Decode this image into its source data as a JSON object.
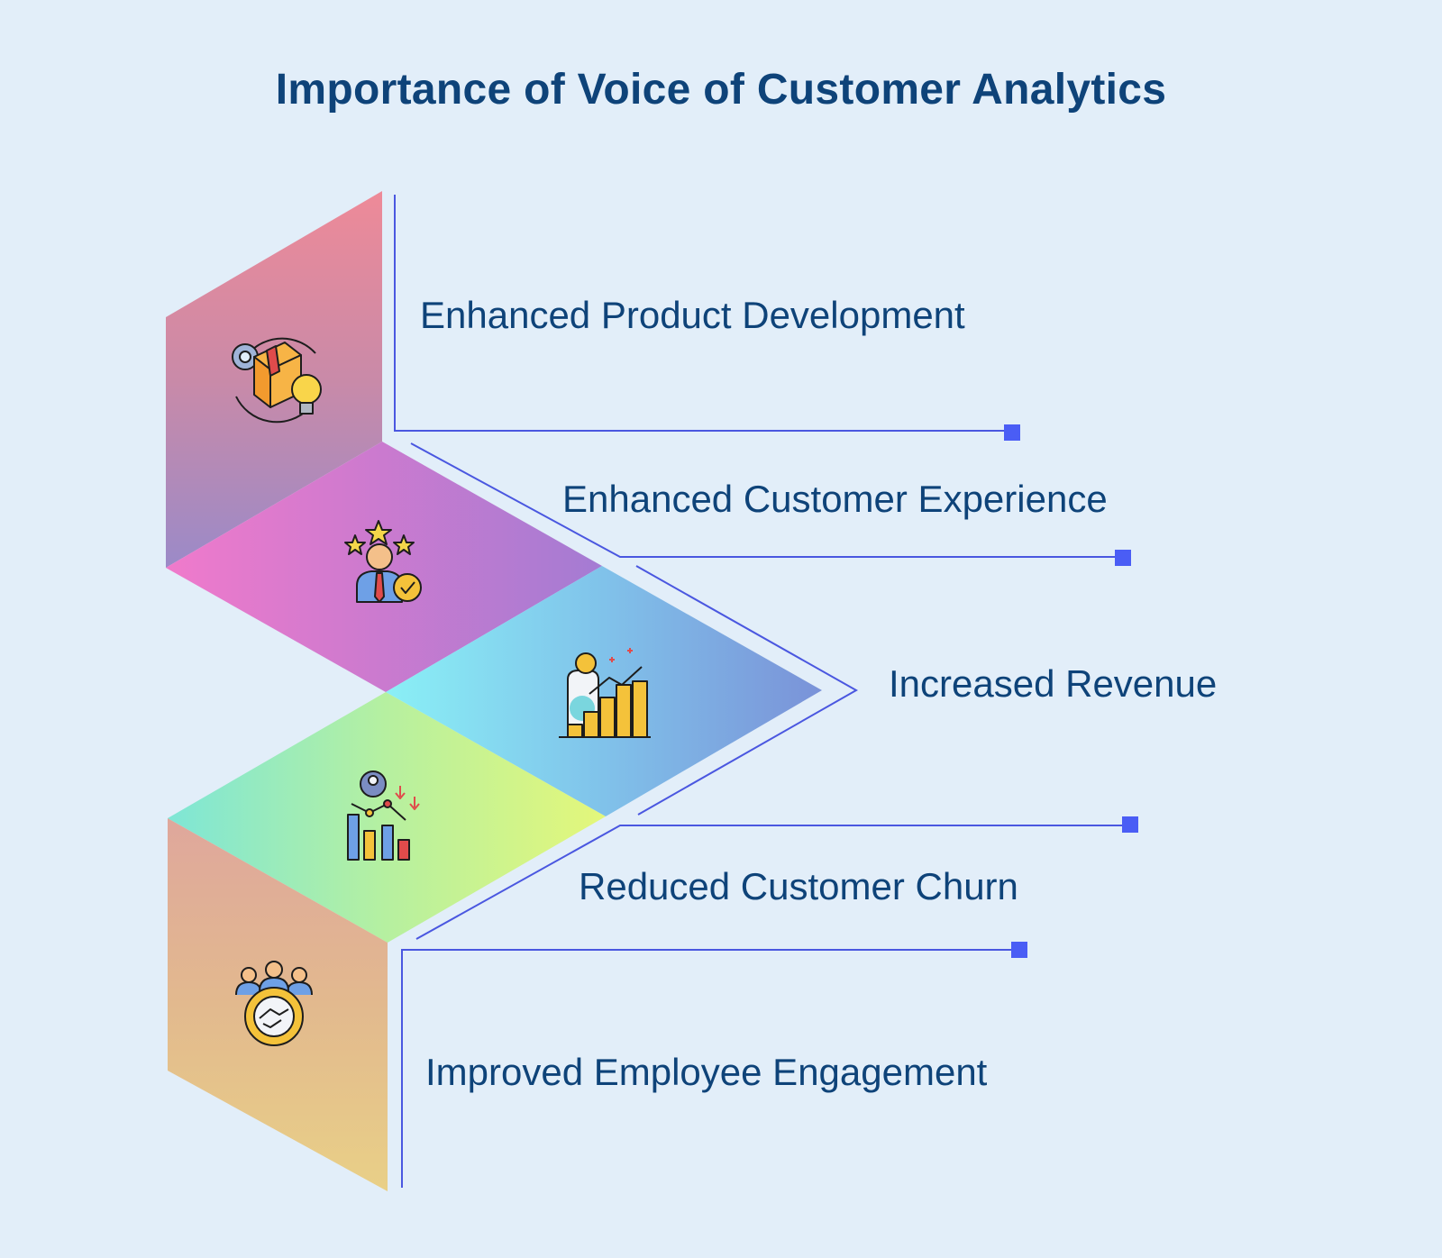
{
  "title": "Importance of Voice of Customer Analytics",
  "items": [
    {
      "label": "Enhanced Product Development",
      "icon": "product-development-icon"
    },
    {
      "label": "Enhanced Customer Experience",
      "icon": "customer-experience-icon"
    },
    {
      "label": "Increased Revenue",
      "icon": "revenue-growth-icon"
    },
    {
      "label": "Reduced Customer Churn",
      "icon": "customer-churn-icon"
    },
    {
      "label": "Improved Employee Engagement",
      "icon": "employee-engagement-icon"
    }
  ],
  "colors": {
    "background": "#e2eef9",
    "title": "#0e4379",
    "connector": "#4a57e0",
    "marker": "#4a5df5"
  }
}
